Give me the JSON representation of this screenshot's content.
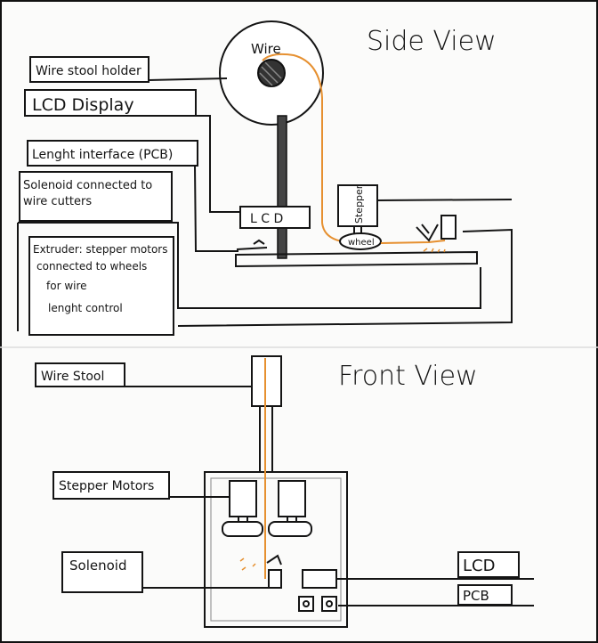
{
  "side_view": {
    "title": "Side View",
    "spool_label": "Wire",
    "labels": {
      "wire_spool_holder": "Wire stool holder",
      "lcd_display": "LCD Display",
      "length_interface": "Lenght interface (PCB)",
      "solenoid_line1": "Solenoid connected to",
      "solenoid_line2": "wire cutters",
      "extruder_line1": "Extruder: stepper motors",
      "extruder_line2": "connected to wheels",
      "extruder_line3": "for wire",
      "extruder_line4": "lenght control"
    },
    "lcd_box": "L C D",
    "stepper_box": "Stepper",
    "wheel": "wheel"
  },
  "front_view": {
    "title": "Front View",
    "labels": {
      "wire_spool": "Wire Stool",
      "stepper_motors": "Stepper Motors",
      "solenoid": "Solenoid",
      "lcd": "LCD",
      "pcb": "PCB"
    }
  },
  "colors": {
    "ink": "#141414",
    "wire": "#e69030",
    "pole": "#444444"
  }
}
